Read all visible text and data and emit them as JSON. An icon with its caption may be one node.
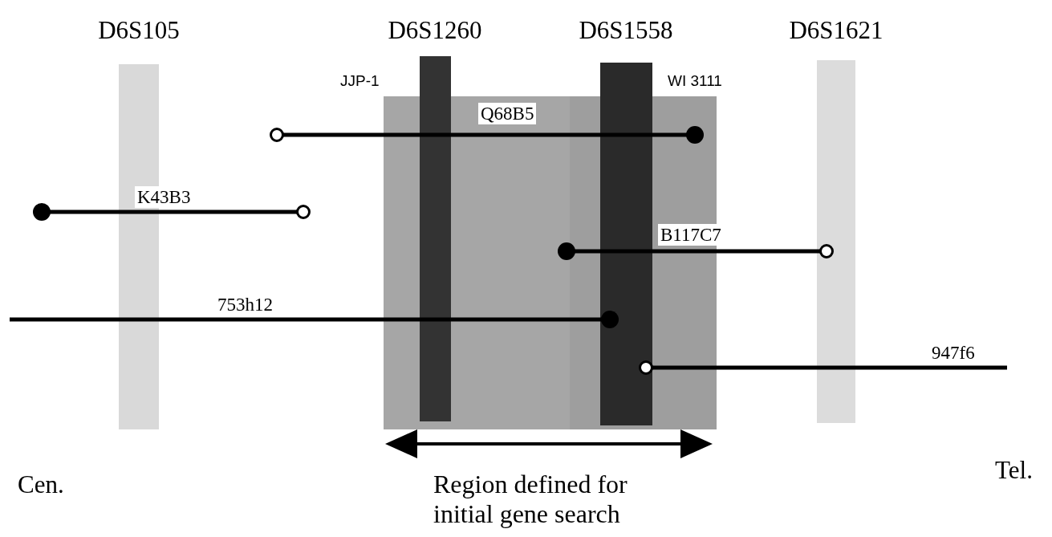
{
  "diagram": {
    "nodes": [
      {
        "text": [
          "D6S105"
        ]
      },
      {
        "text": [
          "JJP-1"
        ]
      },
      {
        "text": [
          "D6S1260"
        ]
      },
      {
        "text": [
          "D6S1558"
        ]
      },
      {
        "text": [
          "WI 3111"
        ]
      },
      {
        "text": [
          "D6S1621"
        ]
      },
      {
        "text": [
          "Q68B5"
        ]
      },
      {
        "text": [
          "K43B3"
        ]
      },
      {
        "text": [
          "B117C7"
        ]
      },
      {
        "text": [
          "753h12"
        ]
      },
      {
        "text": [
          "947f6"
        ]
      }
    ],
    "labels": [
      "Cen.",
      "Tel.",
      "Region defined for initial gene search"
    ]
  }
}
